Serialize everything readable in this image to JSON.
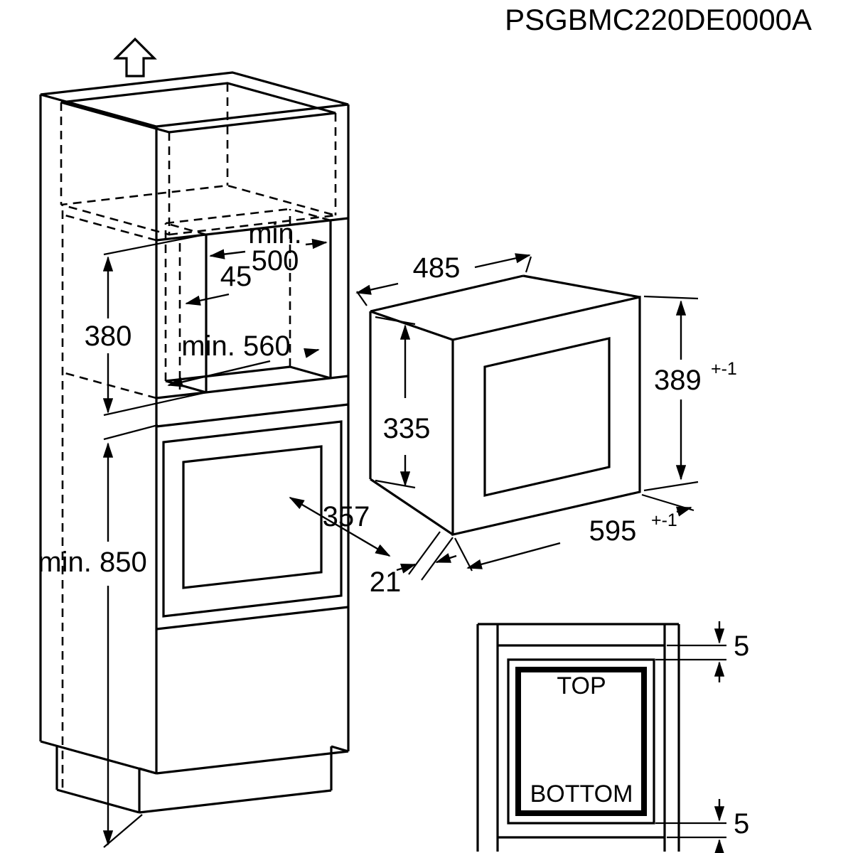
{
  "title": "PSGBMC220DE0000A",
  "colors": {
    "line": "#000000",
    "background": "#ffffff"
  },
  "cabinet_view": {
    "niche_width_prefix": "min.",
    "niche_width": "500",
    "front_gap": "45",
    "niche_height": "380",
    "niche_depth": "min. 560",
    "floor_height": "min. 850"
  },
  "microwave_view": {
    "body_depth": "485",
    "body_height": "335",
    "front_height": "389",
    "front_height_tol": "+-1",
    "front_width": "595",
    "front_width_tol": "+-1",
    "door_depth": "357",
    "door_protrusion": "21"
  },
  "front_detail": {
    "top_label": "TOP",
    "bottom_label": "BOTTOM",
    "top_gap": "5",
    "bottom_gap": "5"
  }
}
